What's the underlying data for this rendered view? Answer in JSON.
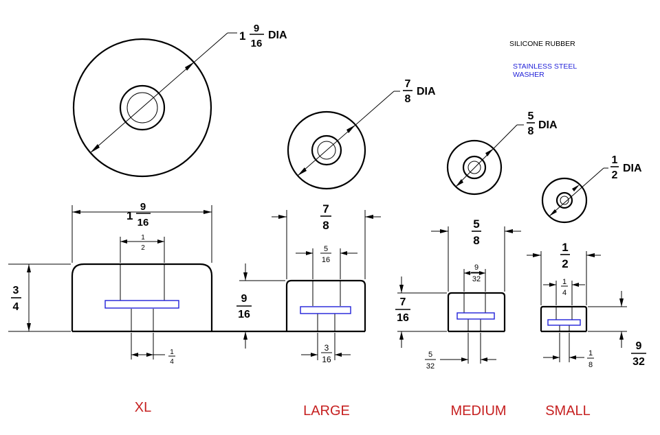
{
  "legend": {
    "rubber_label": "SILICONE RUBBER",
    "washer_line1": "STAINLESS STEEL",
    "washer_line2": "WASHER"
  },
  "colors": {
    "rubber": "#000000",
    "washer": "#1f1fd8",
    "size_label": "#c62020"
  },
  "parts": [
    {
      "size_label": "XL",
      "dia": {
        "whole": "1",
        "num": "9",
        "den": "16",
        "suffix": "DIA"
      },
      "width": {
        "whole": "1",
        "num": "9",
        "den": "16"
      },
      "height": {
        "num": "3",
        "den": "4"
      },
      "bore_top": {
        "num": "1",
        "den": "2"
      },
      "bore_bottom": {
        "num": "1",
        "den": "4"
      }
    },
    {
      "size_label": "LARGE",
      "dia": {
        "num": "7",
        "den": "8",
        "suffix": "DIA"
      },
      "width": {
        "num": "7",
        "den": "8"
      },
      "height": {
        "num": "9",
        "den": "16"
      },
      "bore_top": {
        "num": "5",
        "den": "16"
      },
      "bore_bottom": {
        "num": "3",
        "den": "16"
      }
    },
    {
      "size_label": "MEDIUM",
      "dia": {
        "num": "5",
        "den": "8",
        "suffix": "DIA"
      },
      "width": {
        "num": "5",
        "den": "8"
      },
      "height": {
        "num": "7",
        "den": "16"
      },
      "bore_top": {
        "num": "9",
        "den": "32"
      },
      "bore_bottom": {
        "num": "5",
        "den": "32"
      }
    },
    {
      "size_label": "SMALL",
      "dia": {
        "num": "1",
        "den": "2",
        "suffix": "DIA"
      },
      "width": {
        "num": "1",
        "den": "2"
      },
      "height": {
        "num": "9",
        "den": "32"
      },
      "bore_top": {
        "num": "1",
        "den": "4"
      },
      "bore_bottom": {
        "num": "1",
        "den": "8"
      }
    }
  ]
}
